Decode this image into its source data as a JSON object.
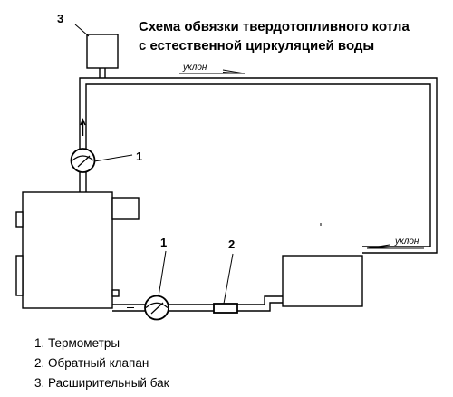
{
  "title": {
    "line1": "Схема обвязки твердотопливного котла",
    "line2": "с естественной циркуляцией воды"
  },
  "callouts": {
    "thermometer_top": "1",
    "thermometer_bottom": "1",
    "check_valve": "2",
    "expansion_tank": "3"
  },
  "slope_labels": {
    "top": "уклон",
    "right": "уклон"
  },
  "legend": [
    {
      "text": "1. Термометры"
    },
    {
      "text": "2. Обратный клапан"
    },
    {
      "text": "3. Расширительный бак"
    }
  ]
}
